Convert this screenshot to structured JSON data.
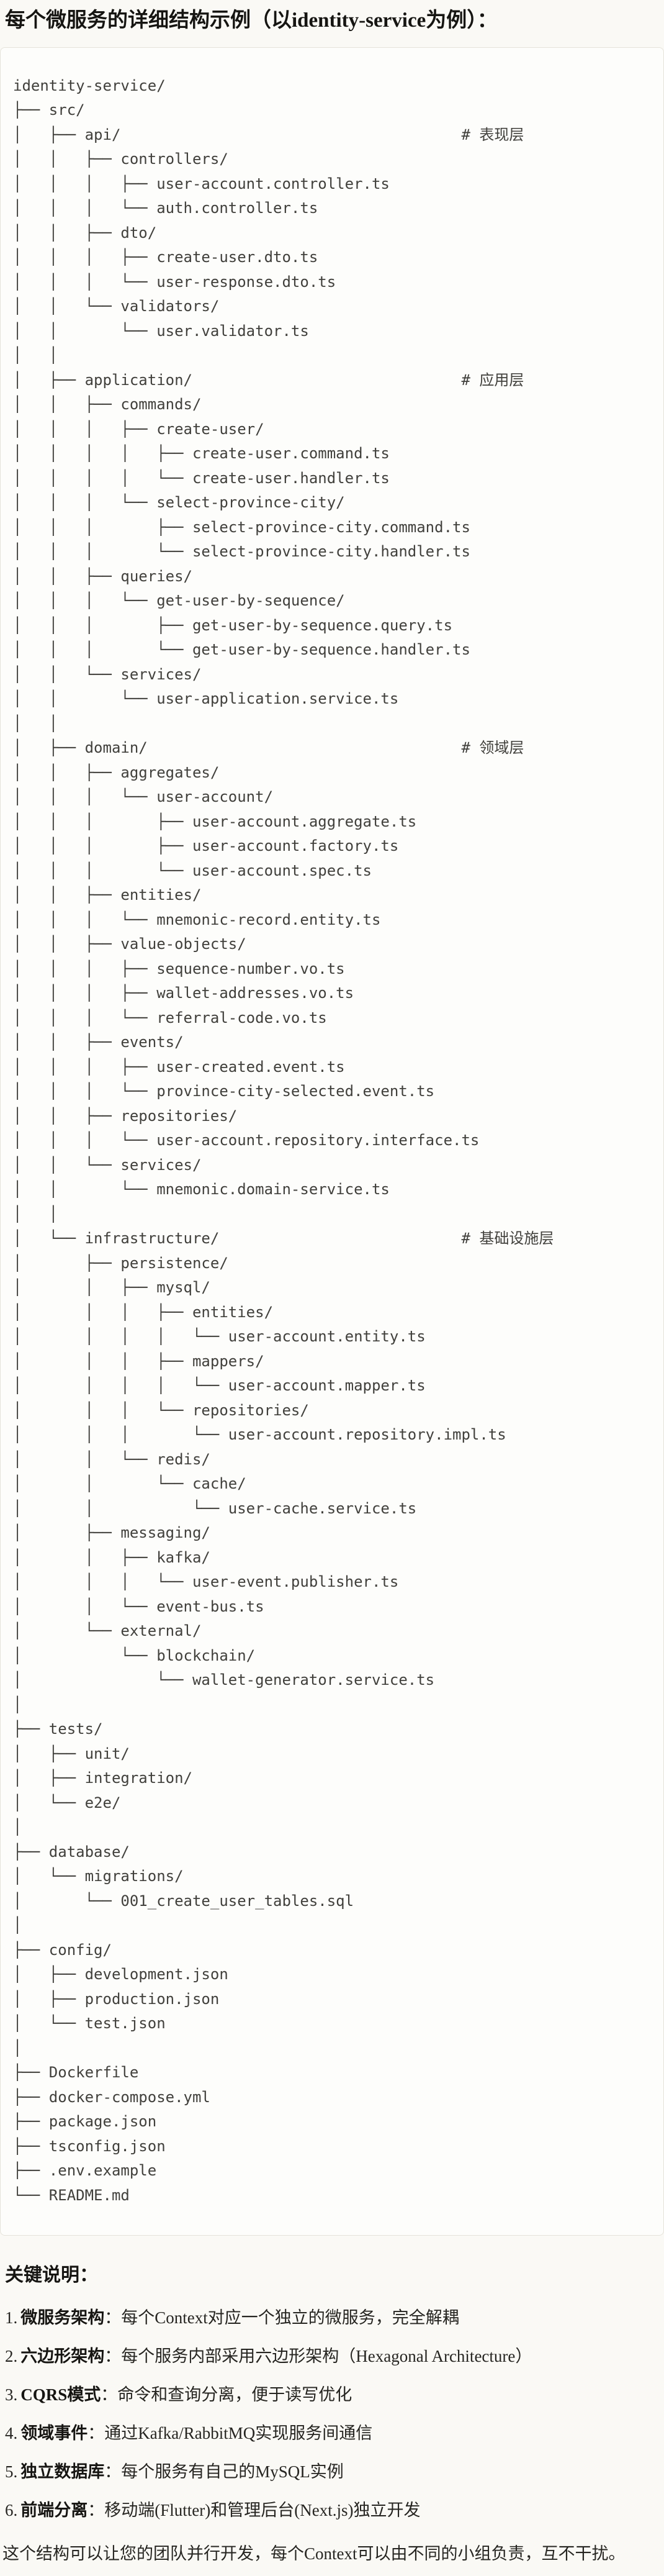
{
  "title": "每个微服务的详细结构示例（以identity-service为例）：",
  "tree_lines": [
    "identity-service/",
    "├── src/",
    "│   ├── api/                                      # 表现层",
    "│   │   ├── controllers/",
    "│   │   │   ├── user-account.controller.ts",
    "│   │   │   └── auth.controller.ts",
    "│   │   ├── dto/",
    "│   │   │   ├── create-user.dto.ts",
    "│   │   │   └── user-response.dto.ts",
    "│   │   └── validators/",
    "│   │       └── user.validator.ts",
    "│   │",
    "│   ├── application/                              # 应用层",
    "│   │   ├── commands/",
    "│   │   │   ├── create-user/",
    "│   │   │   │   ├── create-user.command.ts",
    "│   │   │   │   └── create-user.handler.ts",
    "│   │   │   └── select-province-city/",
    "│   │   │       ├── select-province-city.command.ts",
    "│   │   │       └── select-province-city.handler.ts",
    "│   │   ├── queries/",
    "│   │   │   └── get-user-by-sequence/",
    "│   │   │       ├── get-user-by-sequence.query.ts",
    "│   │   │       └── get-user-by-sequence.handler.ts",
    "│   │   └── services/",
    "│   │       └── user-application.service.ts",
    "│   │",
    "│   ├── domain/                                   # 领域层",
    "│   │   ├── aggregates/",
    "│   │   │   └── user-account/",
    "│   │   │       ├── user-account.aggregate.ts",
    "│   │   │       ├── user-account.factory.ts",
    "│   │   │       └── user-account.spec.ts",
    "│   │   ├── entities/",
    "│   │   │   └── mnemonic-record.entity.ts",
    "│   │   ├── value-objects/",
    "│   │   │   ├── sequence-number.vo.ts",
    "│   │   │   ├── wallet-addresses.vo.ts",
    "│   │   │   └── referral-code.vo.ts",
    "│   │   ├── events/",
    "│   │   │   ├── user-created.event.ts",
    "│   │   │   └── province-city-selected.event.ts",
    "│   │   ├── repositories/",
    "│   │   │   └── user-account.repository.interface.ts",
    "│   │   └── services/",
    "│   │       └── mnemonic.domain-service.ts",
    "│   │",
    "│   └── infrastructure/                           # 基础设施层",
    "│       ├── persistence/",
    "│       │   ├── mysql/",
    "│       │   │   ├── entities/",
    "│       │   │   │   └── user-account.entity.ts",
    "│       │   │   ├── mappers/",
    "│       │   │   │   └── user-account.mapper.ts",
    "│       │   │   └── repositories/",
    "│       │   │       └── user-account.repository.impl.ts",
    "│       │   └── redis/",
    "│       │       └── cache/",
    "│       │           └── user-cache.service.ts",
    "│       ├── messaging/",
    "│       │   ├── kafka/",
    "│       │   │   └── user-event.publisher.ts",
    "│       │   └── event-bus.ts",
    "│       └── external/",
    "│           └── blockchain/",
    "│               └── wallet-generator.service.ts",
    "│",
    "├── tests/",
    "│   ├── unit/",
    "│   ├── integration/",
    "│   └── e2e/",
    "│",
    "├── database/",
    "│   └── migrations/",
    "│       └── 001_create_user_tables.sql",
    "│",
    "├── config/",
    "│   ├── development.json",
    "│   ├── production.json",
    "│   └── test.json",
    "│",
    "├── Dockerfile",
    "├── docker-compose.yml",
    "├── package.json",
    "├── tsconfig.json",
    "├── .env.example",
    "└── README.md"
  ],
  "notes": {
    "heading": "关键说明：",
    "items": [
      {
        "num": "1.",
        "term": "微服务架构",
        "desc": "：每个Context对应一个独立的微服务，完全解耦"
      },
      {
        "num": "2.",
        "term": "六边形架构",
        "desc": "：每个服务内部采用六边形架构（Hexagonal Architecture）"
      },
      {
        "num": "3.",
        "term": "CQRS模式",
        "desc": "：命令和查询分离，便于读写优化"
      },
      {
        "num": "4.",
        "term": "领域事件",
        "desc": "：通过Kafka/RabbitMQ实现服务间通信"
      },
      {
        "num": "5.",
        "term": "独立数据库",
        "desc": "：每个服务有自己的MySQL实例"
      },
      {
        "num": "6.",
        "term": "前端分离",
        "desc": "：移动端(Flutter)和管理后台(Next.js)独立开发"
      }
    ],
    "footer": "这个结构可以让您的团队并行开发，每个Context可以由不同的小组负责，互不干扰。"
  }
}
